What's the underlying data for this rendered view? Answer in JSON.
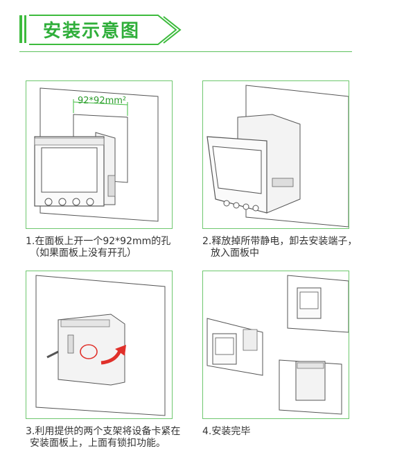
{
  "header": {
    "title": "安装示意图"
  },
  "steps": [
    {
      "line1": "1.在面板上开一个92*92mm的孔",
      "line2": "（如果面板上没有开孔）",
      "dimension": "92*92mm²"
    },
    {
      "line1": "2.释放掉所带静电，卸去安装端子，",
      "line2": "放入面板中"
    },
    {
      "line1": "3.利用提供的两个支架将设备卡紧在",
      "line2": "安装面板上，上面有锁扣功能。"
    },
    {
      "line1": "4.安装完毕",
      "line2": ""
    }
  ],
  "colors": {
    "accent": "#3dbb3d",
    "panel_border": "#6dc76d",
    "arrow": "#e0302a"
  }
}
